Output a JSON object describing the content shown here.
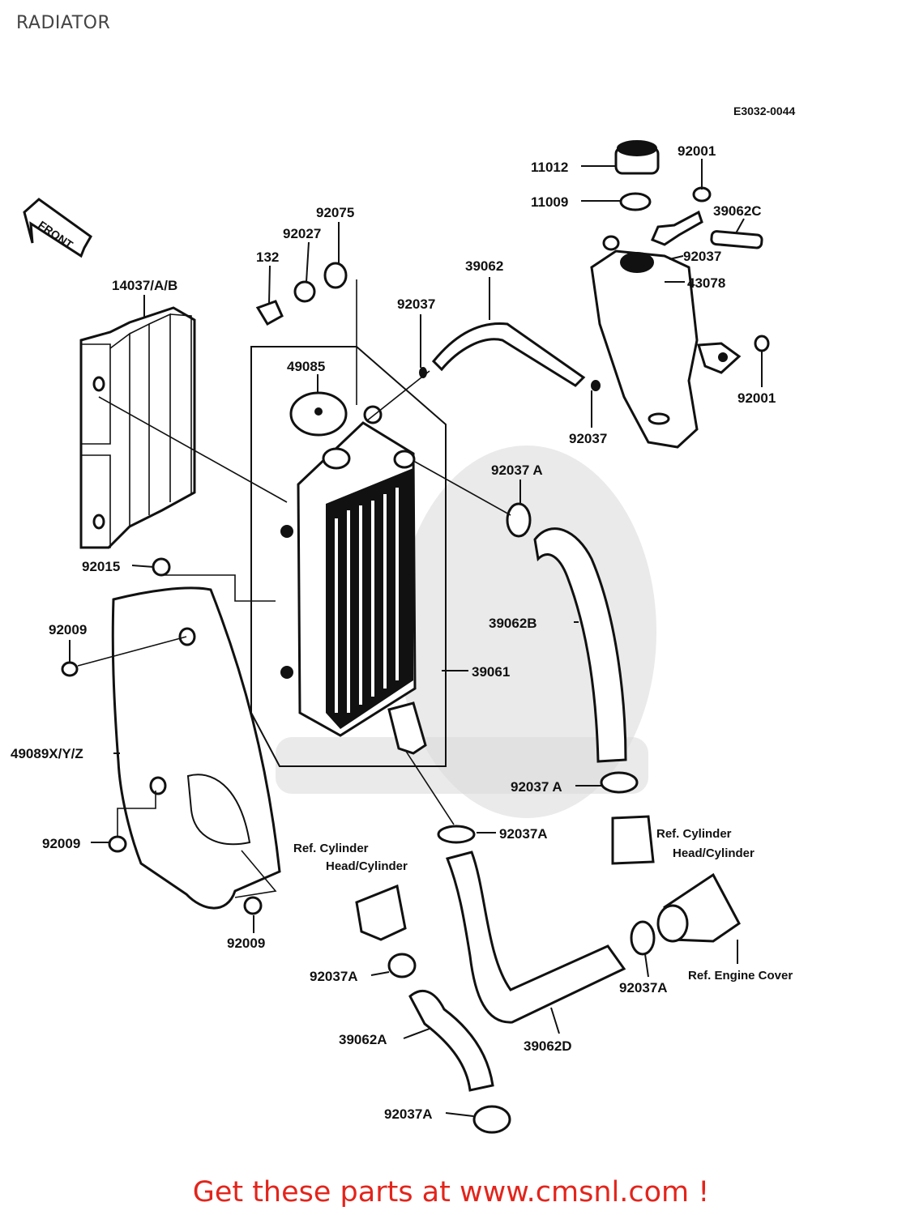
{
  "header": {
    "title": "RADIATOR"
  },
  "diagram_code": "E3032-0044",
  "front_arrow": "FRONT",
  "parts": {
    "p11012": "11012",
    "p11009": "11009",
    "p92001a": "92001",
    "p39062c": "39062C",
    "p92037a": "92037",
    "p43078": "43078",
    "p92001b": "92001",
    "p92075": "92075",
    "p92027": "92027",
    "p132": "132",
    "p39062": "39062",
    "p92037b": "92037",
    "p14037": "14037/A/B",
    "p49085": "49085",
    "p92037c": "92037",
    "p92037A1": "92037 A",
    "p92015": "92015",
    "p39062B": "39062B",
    "p92009a": "92009",
    "p39061": "39061",
    "p49089": "49089X/Y/Z",
    "p92037A2": "92037 A",
    "p92037A3": "92037A",
    "p92009b": "92009",
    "p92009c": "92009",
    "p92037A4": "92037A",
    "p92037A5": "92037A",
    "p39062A": "39062A",
    "p39062D": "39062D",
    "p92037A6": "92037A"
  },
  "references": {
    "ref_cyl_left_1": "Ref. Cylinder",
    "ref_cyl_left_2": "Head/Cylinder",
    "ref_cyl_right_1": "Ref. Cylinder",
    "ref_cyl_right_2": "Head/Cylinder",
    "ref_engine_cover": "Ref. Engine Cover"
  },
  "footer": {
    "text": "Get these parts at www.cmsnl.com !"
  },
  "colors": {
    "footer": "#e3241b",
    "ink": "#111111",
    "watermark": "#d8d8d8"
  }
}
